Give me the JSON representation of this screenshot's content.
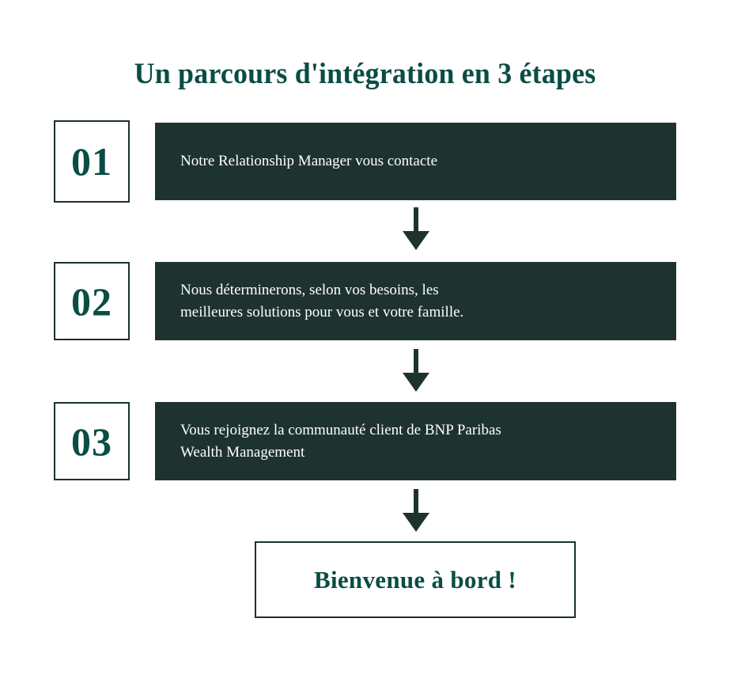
{
  "page": {
    "title": "Un parcours d'intégration en 3 étapes",
    "background_color": "#ffffff"
  },
  "colors": {
    "accent_green": "#0a4d45",
    "panel_dark": "#1e3330",
    "border_dark": "#1c312e",
    "panel_text": "#ffffff"
  },
  "steps": [
    {
      "number": "01",
      "text": "Notre Relationship Manager vous contacte"
    },
    {
      "number": "02",
      "text": "Nous déterminerons, selon vos besoins, les\nmeilleures solutions pour vous et votre famille."
    },
    {
      "number": "03",
      "text": "Vous rejoignez la communauté client de BNP Paribas\nWealth Management"
    }
  ],
  "connectors": [
    {
      "icon": "down-arrow-icon"
    },
    {
      "icon": "down-arrow-icon"
    },
    {
      "icon": "down-arrow-icon"
    }
  ],
  "outcome": {
    "label": "Bienvenue à bord !"
  }
}
